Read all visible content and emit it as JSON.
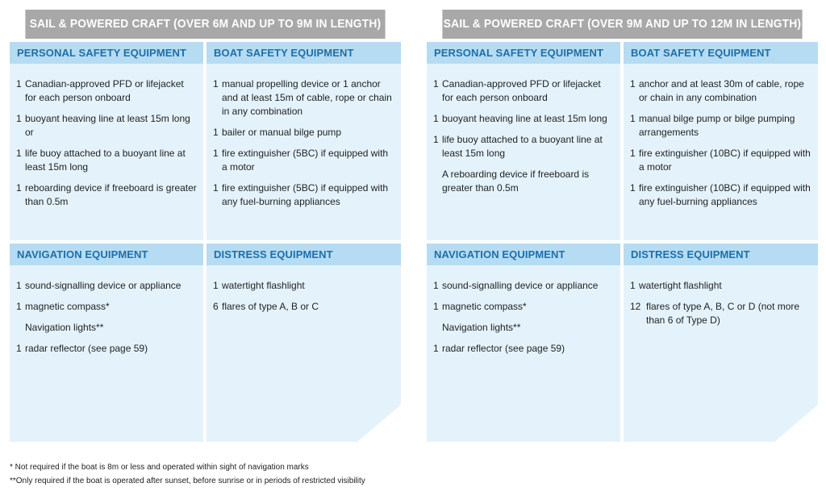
{
  "panels": [
    {
      "title": "SAIL & POWERED CRAFT (OVER 6M AND UP TO 9M IN LENGTH)",
      "personal": {
        "header": "PERSONAL SAFETY EQUIPMENT",
        "items": [
          {
            "qty": "1",
            "text": "Canadian-approved PFD or lifejacket for each person onboard"
          },
          {
            "qty": "1",
            "text": "buoyant heaving line at least 15m long or"
          },
          {
            "qty": "1",
            "text": "life buoy attached to a buoyant line at least 15m long"
          },
          {
            "qty": "1",
            "text": "reboarding device if freeboard is greater than 0.5m"
          }
        ]
      },
      "boat": {
        "header": "BOAT SAFETY EQUIPMENT",
        "items": [
          {
            "qty": "1",
            "text": "manual propelling device or 1 anchor and at least 15m of cable, rope or chain in any combination"
          },
          {
            "qty": "1",
            "text": "bailer or manual bilge pump"
          },
          {
            "qty": "1",
            "text": "fire extinguisher (5BC) if equipped with a motor"
          },
          {
            "qty": "1",
            "text": "fire extinguisher (5BC) if equipped with any fuel-burning appliances"
          }
        ]
      },
      "navigation": {
        "header": "NAVIGATION EQUIPMENT",
        "items": [
          {
            "qty": "1",
            "text": "sound-signalling device or appliance"
          },
          {
            "qty": "1",
            "text": "magnetic compass*"
          },
          {
            "qty": "",
            "text": "Navigation lights**"
          },
          {
            "qty": "1",
            "text": "radar reflector (see page 59)"
          }
        ]
      },
      "distress": {
        "header": "DISTRESS EQUIPMENT",
        "items": [
          {
            "qty": "1",
            "text": "watertight flashlight"
          },
          {
            "qty": "6",
            "text": "flares of type A, B or C"
          }
        ]
      }
    },
    {
      "title": "SAIL & POWERED CRAFT (OVER 9M AND UP TO 12M IN LENGTH)",
      "personal": {
        "header": "PERSONAL SAFETY EQUIPMENT",
        "items": [
          {
            "qty": "1",
            "text": "Canadian-approved PFD or lifejacket for each person onboard"
          },
          {
            "qty": "1",
            "text": "buoyant heaving line at least 15m long"
          },
          {
            "qty": "1",
            "text": "life buoy attached to a buoyant line at least 15m long"
          },
          {
            "qty": "",
            "text": "A reboarding device if freeboard is greater than 0.5m"
          }
        ]
      },
      "boat": {
        "header": "BOAT SAFETY EQUIPMENT",
        "items": [
          {
            "qty": "1",
            "text": "anchor and at least 30m of cable, rope or chain in any combination"
          },
          {
            "qty": "1",
            "text": "manual bilge pump or bilge pumping arrangements"
          },
          {
            "qty": "1",
            "text": "fire extinguisher (10BC) if equipped with a motor"
          },
          {
            "qty": "1",
            "text": "fire extinguisher (10BC) if equipped with any fuel-burning appliances"
          }
        ]
      },
      "navigation": {
        "header": "NAVIGATION EQUIPMENT",
        "items": [
          {
            "qty": "1",
            "text": "sound-signalling device or appliance"
          },
          {
            "qty": "1",
            "text": "magnetic compass*"
          },
          {
            "qty": "",
            "text": "Navigation lights**"
          },
          {
            "qty": "1",
            "text": "radar reflector (see page 59)"
          }
        ]
      },
      "distress": {
        "header": "DISTRESS EQUIPMENT",
        "items": [
          {
            "qty": "1",
            "text": "watertight flashlight"
          },
          {
            "qty": "12",
            "text": "flares of type A, B, C or D (not more than 6 of Type D)"
          }
        ]
      }
    }
  ],
  "footnotes": [
    "* Not required if the boat is 8m or less and operated within sight of navigation marks",
    "**Only required if the boat is operated after sunset, before sunrise or in periods of restricted visibility"
  ],
  "colors": {
    "title_bg": "#a8a8a8",
    "header_bg": "#b5dcf3",
    "header_text": "#1f6ea8",
    "cell_bg": "#e4f3fb"
  }
}
